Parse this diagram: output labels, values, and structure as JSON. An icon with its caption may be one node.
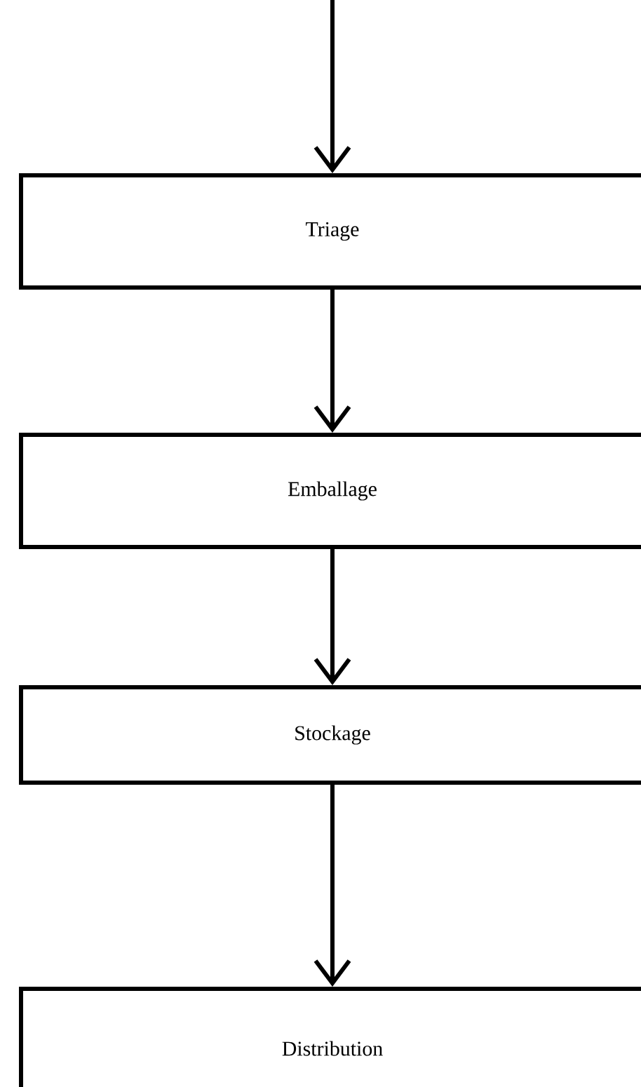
{
  "diagram": {
    "nodes": [
      {
        "text": [
          "Triage"
        ]
      },
      {
        "text": [
          "Emballage"
        ]
      },
      {
        "text": [
          "Stockage"
        ]
      },
      {
        "text": [
          "Distribution"
        ]
      }
    ],
    "edges": [
      {
        "from": null,
        "to": 0,
        "arrow": "to"
      },
      {
        "from": 0,
        "to": 1,
        "arrow": "to"
      },
      {
        "from": 1,
        "to": 2,
        "arrow": "to"
      },
      {
        "from": 2,
        "to": 3,
        "arrow": "to"
      }
    ]
  }
}
